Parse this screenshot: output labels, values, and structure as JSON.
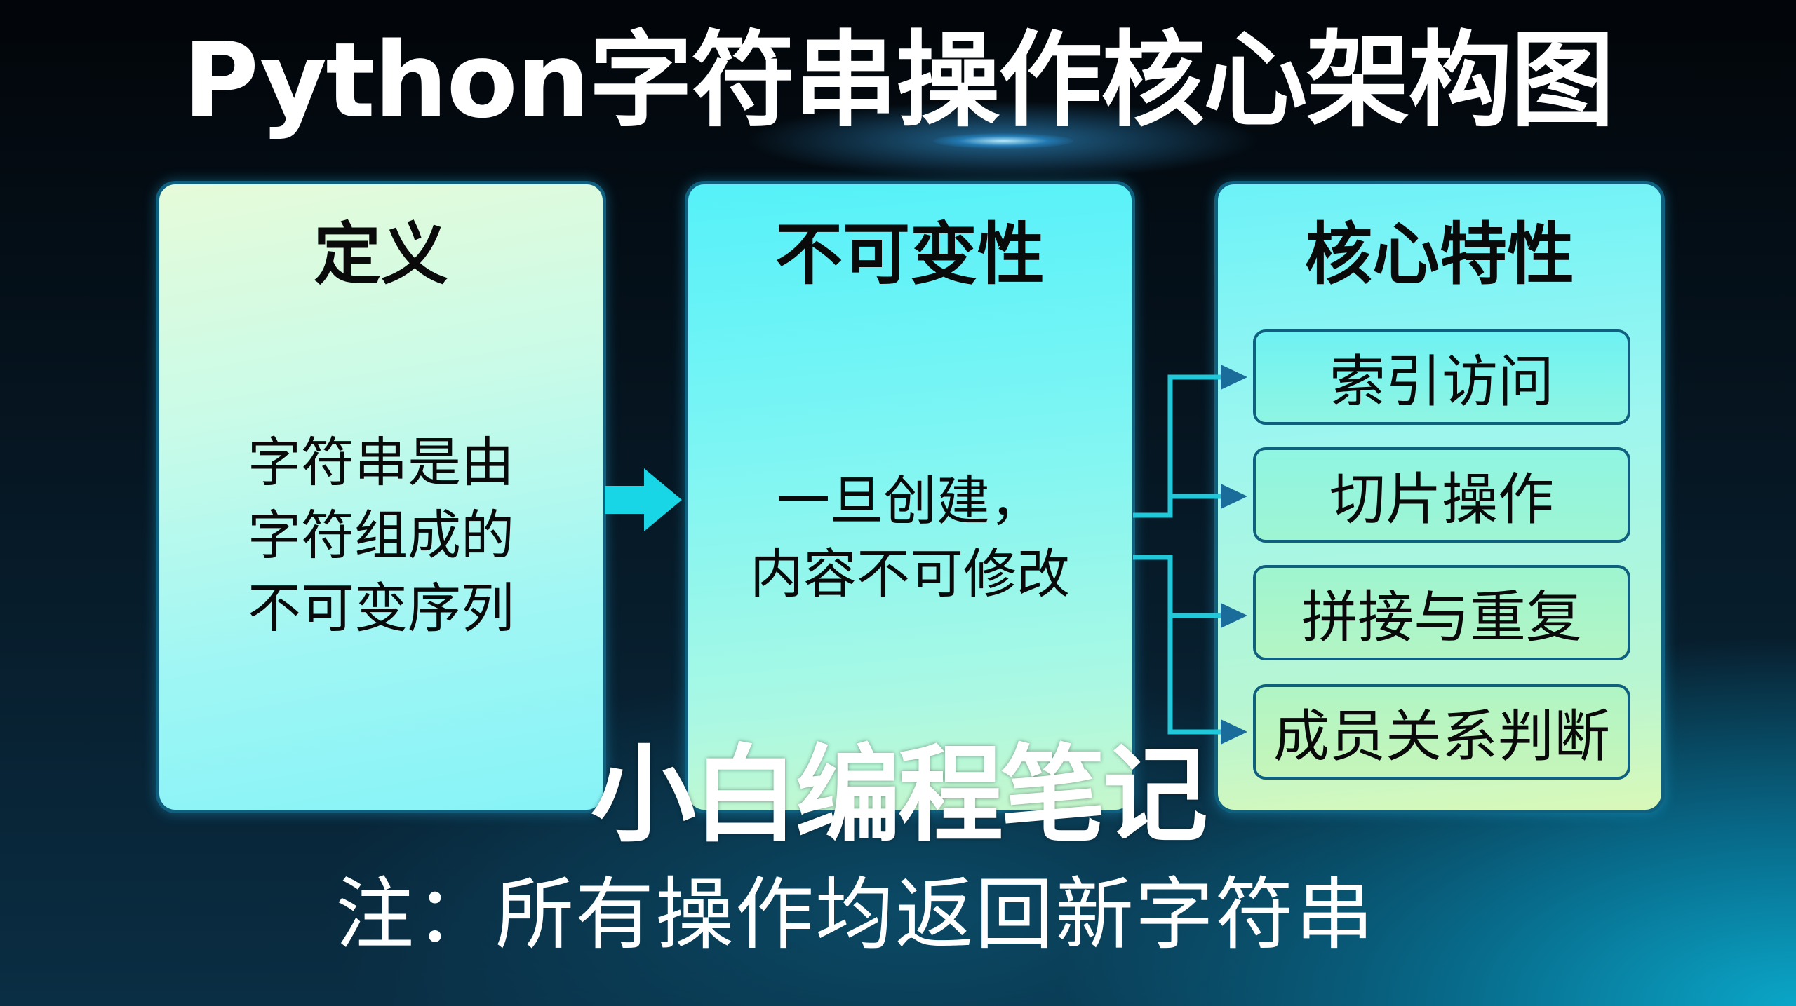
{
  "title": "Python字符串操作核心架构图",
  "cards": {
    "definition": {
      "title": "定义",
      "body": [
        "字符串是由",
        "字符组成的",
        "不可变序列"
      ]
    },
    "immutability": {
      "title": "不可变性",
      "body": [
        "一旦创建，",
        "内容不可修改"
      ]
    },
    "core_features": {
      "title": "核心特性",
      "items": [
        "索引访问",
        "切片操作",
        "拼接与重复",
        "成员关系判断"
      ]
    }
  },
  "watermark": "小白编程笔记",
  "note": "注：所有操作均返回新字符串",
  "colors": {
    "background_dark": "#020509",
    "background_teal": "#0aa6c8",
    "card_border": "#0f5f7e",
    "arrow_main": "#19d6e6",
    "connector_line": "#20c8da",
    "arrow_head": "#1a6c9a",
    "text": "#0a0a0a",
    "title_text": "#ffffff"
  }
}
